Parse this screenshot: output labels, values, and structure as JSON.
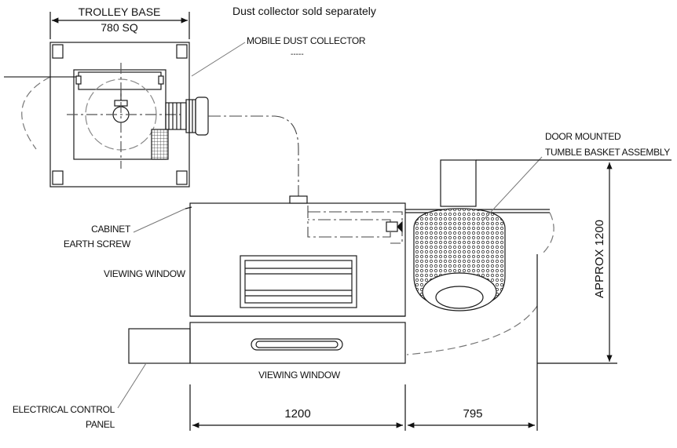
{
  "header": {
    "trolley_base": "TROLLEY BASE",
    "trolley_size": "780 SQ",
    "note": "Dust collector sold separately"
  },
  "labels": {
    "dust_collector": "MOBILE DUST COLLECTOR",
    "door_mounted_1": "DOOR MOUNTED",
    "door_mounted_2": "TUMBLE BASKET ASSEMBLY",
    "cabinet_1": "CABINET",
    "cabinet_2": "EARTH SCREW",
    "viewing_window_side": "VIEWING WINDOW",
    "viewing_window_bottom": "VIEWING WINDOW",
    "control_panel_1": "ELECTRICAL CONTROL",
    "control_panel_2": "PANEL"
  },
  "dimensions": {
    "height": "APPROX 1200",
    "width_cabinet": "1200",
    "width_door": "795"
  },
  "colors": {
    "line": "#1a1a1a",
    "light_line": "#8a8a8a"
  }
}
